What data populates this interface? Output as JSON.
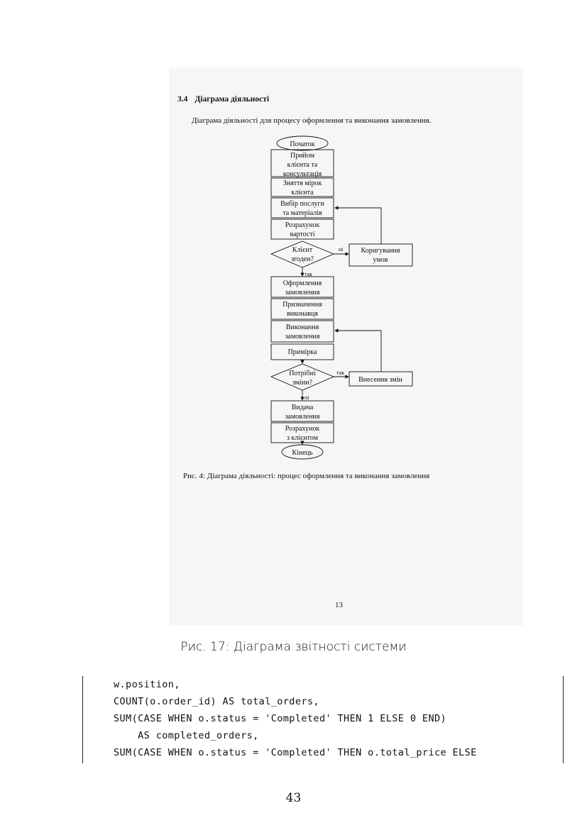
{
  "embedded_page": {
    "section_number": "3.4",
    "section_title": "Діаграма діяльності",
    "intro": "Діаграма діяльності для процесу оформлення та виконання замовлення.",
    "flow": {
      "start": "Початок",
      "reception": [
        "Прийом",
        "клієнта та",
        "консультація"
      ],
      "measurements": [
        "Зняття мірок",
        "клієнта"
      ],
      "select_service": [
        "Вибір послуги",
        "та матеріалів"
      ],
      "cost": [
        "Розрахунок",
        "вартості"
      ],
      "decision_agree": [
        "Клієнт",
        "згоден?"
      ],
      "adjust": [
        "Коригування",
        "умов"
      ],
      "label_no_1": "ні",
      "label_yes_1": "так",
      "place_order": [
        "Оформлення",
        "замовлення"
      ],
      "assign": [
        "Призначення",
        "виконавця"
      ],
      "execute": [
        "Виконання",
        "замовлення"
      ],
      "fitting": "Примірка",
      "decision_changes": [
        "Потрібні",
        "зміни?"
      ],
      "apply_changes": "Внесення змін",
      "label_yes_2": "так",
      "label_no_2": "ні",
      "delivery": [
        "Видача",
        "замовлення"
      ],
      "settlement": [
        "Розрахунок",
        "з клієнтом"
      ],
      "end": "Кінець"
    },
    "figure_caption": "Рис. 4: Діаграма діяльності: процес оформлення та виконання замовлення",
    "page_number": "13"
  },
  "figure_caption": "Рис. 17: Діаграма звітності системи",
  "code_lines": [
    "w.position,",
    "COUNT(o.order_id) AS total_orders,",
    "SUM(CASE WHEN o.status = 'Completed' THEN 1 ELSE 0 END)",
    "    AS completed_orders,",
    "SUM(CASE WHEN o.status = 'Completed' THEN o.total_price ELSE"
  ],
  "page_number": "43"
}
